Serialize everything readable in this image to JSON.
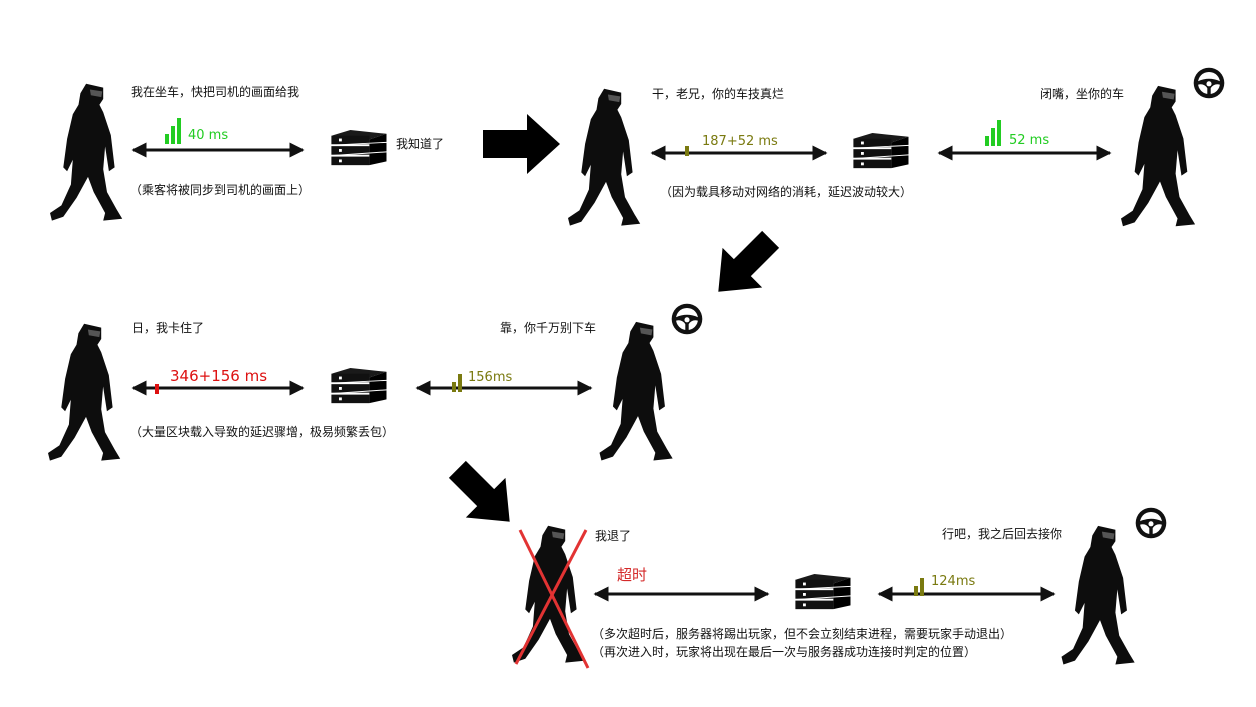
{
  "colors": {
    "good": "#22cc22",
    "medium": "#7a7a10",
    "bad": "#dd1111",
    "timeout_text": "#d42a2a",
    "cross": "#e23333",
    "ink": "#111111"
  },
  "icons": {
    "person": "walking-person-icon",
    "server": "server-rack-icon",
    "wheel": "steering-wheel-icon",
    "signal": "signal-bars-icon",
    "arrow": "flow-arrow-icon"
  },
  "scene1": {
    "passenger_says": "我在坐车，快把司机的画面给我",
    "server_says": "我知道了",
    "latency": "40 ms",
    "signal_level": 3,
    "note": "（乘客将被同步到司机的画面上）"
  },
  "scene2": {
    "passenger_says": "干，老兄，你的车技真烂",
    "driver_says": "闭嘴，坐你的车",
    "latency_left": "187+52 ms",
    "signal_left": 1,
    "latency_right": "52 ms",
    "signal_right": 3,
    "note": "（因为载具移动对网络的消耗，延迟波动较大）"
  },
  "scene3": {
    "passenger_says": "日，我卡住了",
    "driver_says": "靠，你千万别下车",
    "latency_left": "346+156 ms",
    "signal_left": 1,
    "latency_right": "156ms",
    "signal_right": 2,
    "note": "（大量区块载入导致的延迟骤增，极易频繁丢包）"
  },
  "scene4": {
    "passenger_says": "我退了",
    "driver_says": "行吧，我之后回去接你",
    "timeout": "超时",
    "latency_right": "124ms",
    "signal_right": 2,
    "note_1": "（多次超时后，服务器将踢出玩家，但不会立刻结束进程，需要玩家手动退出）",
    "note_2": "（再次进入时，玩家将出现在最后一次与服务器成功连接时判定的位置）"
  }
}
